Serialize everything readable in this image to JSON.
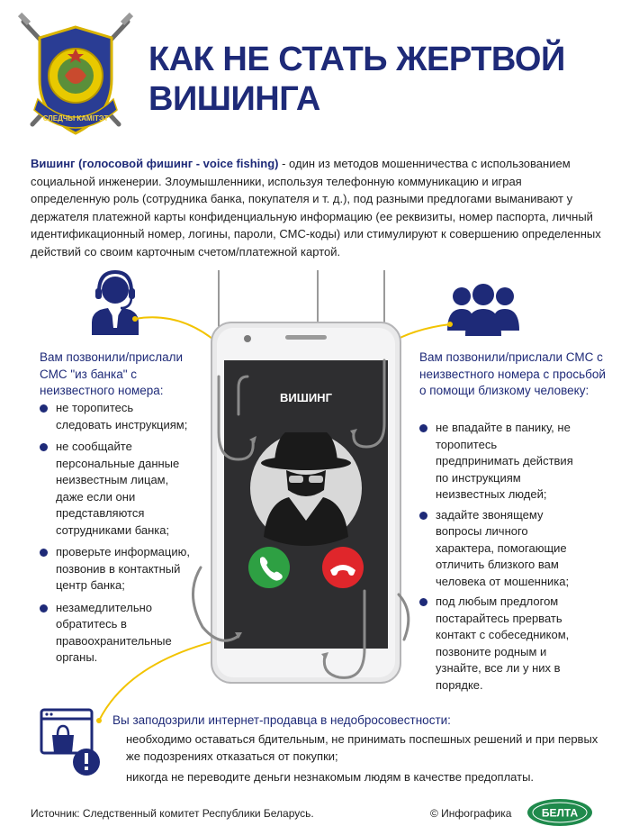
{
  "header": {
    "title_line1": "КАК НЕ СТАТЬ ЖЕРТВОЙ",
    "title_line2": "ВИШИНГА",
    "emblem_text": "СЛЕДЧЫ КАМІТЭТ"
  },
  "intro": {
    "term": "Вишинг (голосовой фишинг - voice fishing)",
    "text": " - один из методов мошенничества с использованием социальной инженерии. Злоумышленники, используя телефонную коммуникацию и играя определенную роль (сотрудника банка, покупателя и т. д.), под разными предлогами выманивают у держателя платежной карты конфиденциальную информацию (ее реквизиты, номер паспорта, личный идентификационный номер, логины, пароли, СМС-коды) или стимулируют к совершению определенных действий со своим карточным счетом/платежной картой."
  },
  "phone": {
    "caller_label": "ВИШИНГ"
  },
  "left_block": {
    "heading": "Вам позвонили/прислали СМС \"из банка\" с неизвестного номера:",
    "items": [
      "не торопитесь следовать инструкциям;",
      "не сообщайте персональные данные неизвестным лицам, даже если они представляются сотрудниками банка;",
      "проверьте информацию, позвонив в контактный центр банка;",
      "незамедлительно обратитесь в правоохранительные органы."
    ]
  },
  "right_block": {
    "heading": "Вам позвонили/прислали СМС с неизвестного номера с просьбой о помощи близкому человеку:",
    "items": [
      "не впадайте в панику, не торопитесь предпринимать действия по инструкциям неизвестных людей;",
      "задайте звонящему вопросы личного характера, помогающие отличить близкого вам человека от мошенника;",
      "под любым предлогом постарайтесь прервать контакт с собеседником, позвоните родным и узнайте, все ли у них в порядке."
    ]
  },
  "bottom_block": {
    "heading": "Вы заподозрили интернет-продавца в недобросовестности:",
    "items": [
      "необходимо оставаться бдительным, не принимать поспешных решений и при первых же подозрениях отказаться от покупки;",
      "никогда не переводите деньги незнакомым людям в качестве предоплаты."
    ]
  },
  "footer": {
    "source": "Источник: Следственный комитет Республики Беларусь.",
    "credit": "© Инфографика",
    "logo_text": "БЕЛТА"
  },
  "colors": {
    "navy": "#1e2a78",
    "yellow": "#f2c300",
    "green": "#2ea043",
    "red": "#e0262b"
  }
}
